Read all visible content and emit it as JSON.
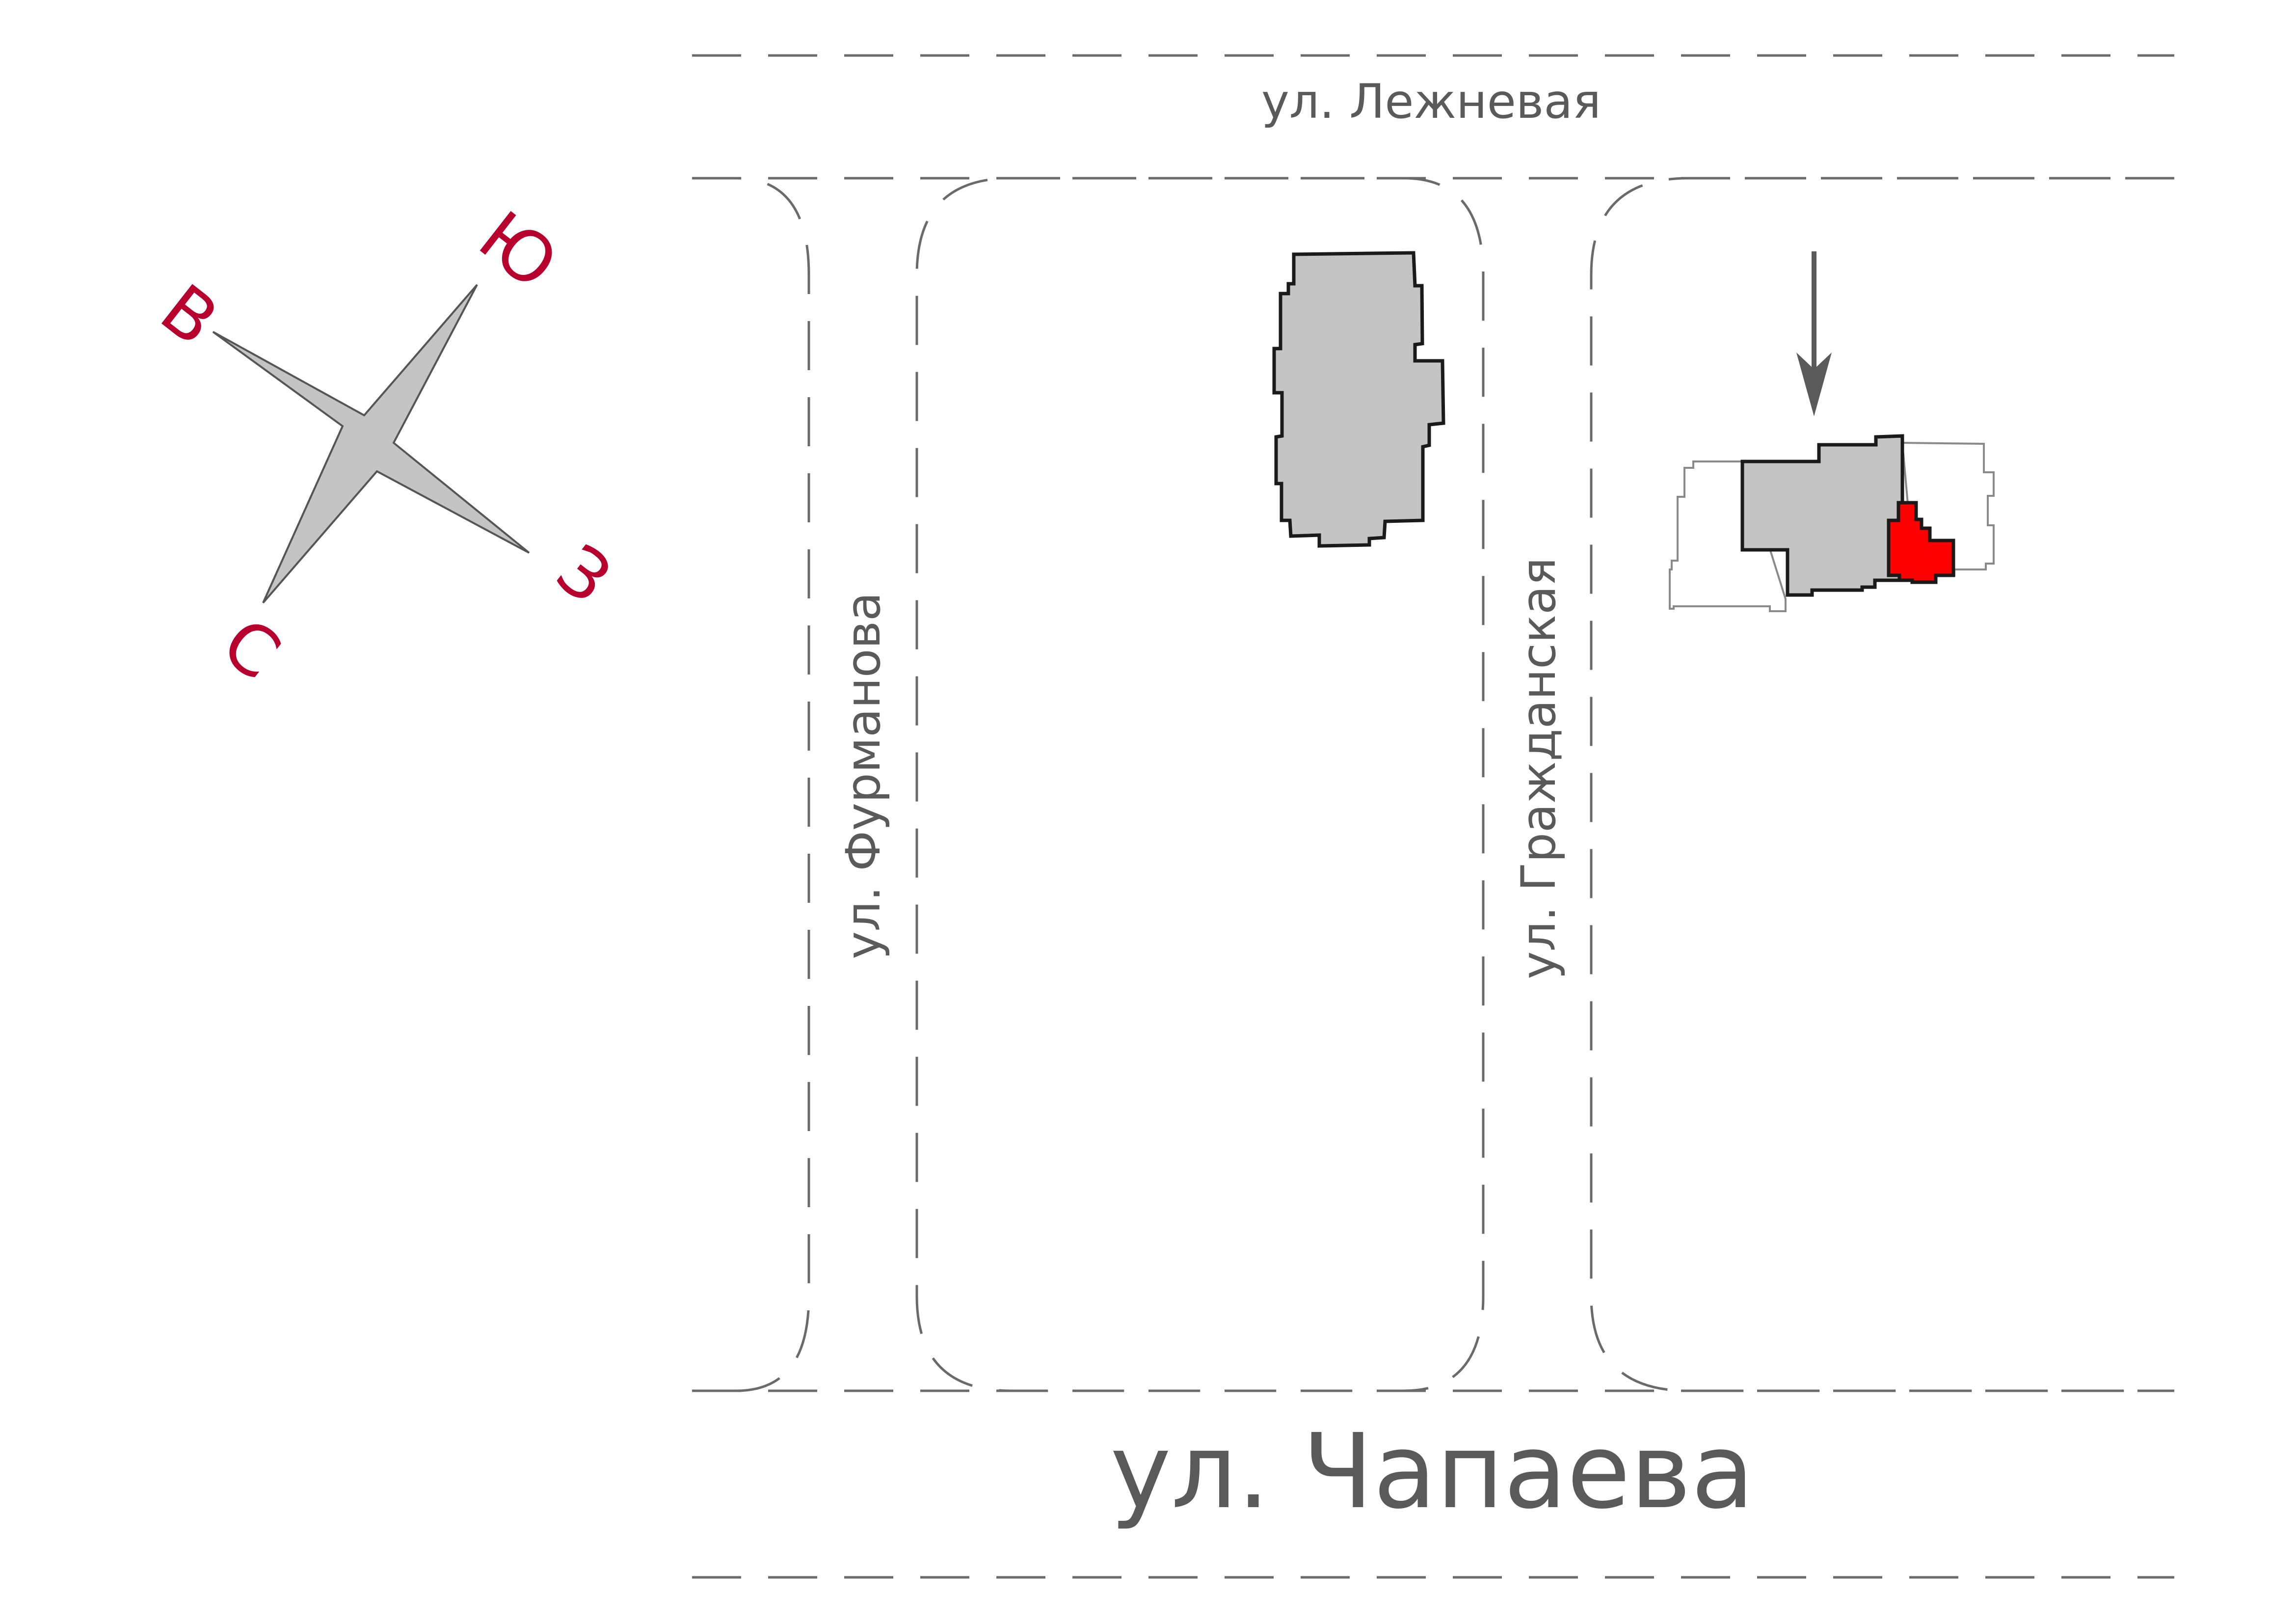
{
  "streets": {
    "lezhnevaya": "ул. Лежневая",
    "furmanova": "ул. Фурманова",
    "grazhdanskaya": "ул. Гражданская",
    "chapaeva": "ул. Чапаева"
  },
  "compass": {
    "east": "В",
    "south": "Ю",
    "west": "З",
    "north": "С"
  },
  "colors": {
    "road": "#6a6a6a",
    "street_text": "#5a5a5a",
    "compass_text": "#b8002e",
    "compass_fill": "#c4c4c4",
    "building_fill": "#c4c4c4",
    "building_outline": "#1a1a1a",
    "highlight": "#ff0000",
    "arrow": "#5a5a5a"
  },
  "icons": {
    "compass": "compass-rose-icon",
    "pointer": "arrow-down-icon"
  }
}
